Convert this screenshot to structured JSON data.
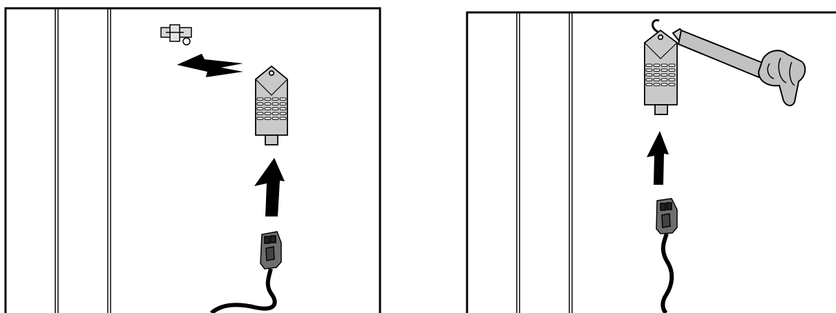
{
  "figure": {
    "panels": [
      {
        "id": "panel-left",
        "description_elements": [
          "cabinet-frame",
          "mounting-clip",
          "sensor-module",
          "push-arrow",
          "connector-plug",
          "cable"
        ]
      },
      {
        "id": "panel-right",
        "description_elements": [
          "cabinet-frame",
          "sensor-module",
          "screwdriver",
          "pull-arrow",
          "connector-plug",
          "cable"
        ]
      }
    ]
  },
  "colors": {
    "line": "#000000",
    "sensor_fill": "#c9c9c9",
    "clip_fill": "#d6d6d6",
    "connector_fill": "#6e6e6e",
    "background": "#ffffff"
  },
  "icons": [
    "arrow-left-icon",
    "arrow-up-icon",
    "screwdriver-icon",
    "sensor-icon",
    "plug-icon",
    "clip-icon"
  ]
}
